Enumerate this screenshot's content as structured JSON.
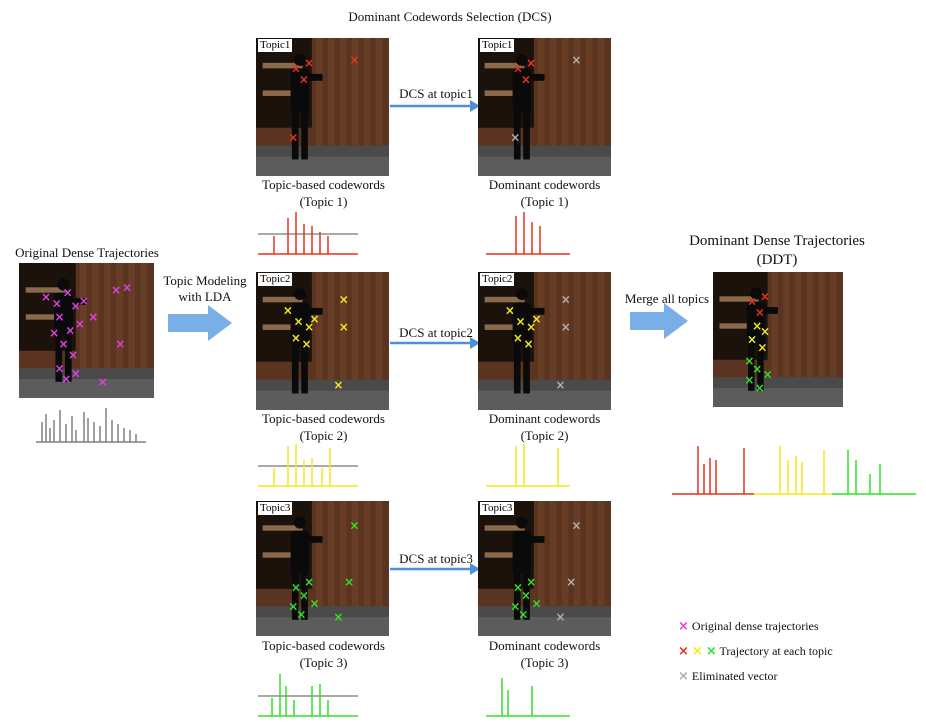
{
  "title": "Dominant Codewords Selection (DCS)",
  "original": {
    "label": "Original Dense Trajectories",
    "color": "#e040e8"
  },
  "lda_arrow_label_1": "Topic Modeling",
  "lda_arrow_label_2": "with LDA",
  "merge_label": "Merge all topics",
  "ddt": {
    "title_line1": "Dominant Dense Trajectories",
    "title_line2": "(DDT)"
  },
  "topics": [
    {
      "tag": "Topic1",
      "color": "#e8321e",
      "dcs_label": "DCS at topic1",
      "codewords_label": "Topic-based codewords",
      "codewords_sub": "(Topic 1)",
      "dominant_label": "Dominant codewords",
      "dominant_sub": "(Topic 1)"
    },
    {
      "tag": "Topic2",
      "color": "#f2e81a",
      "dcs_label": "DCS at topic2",
      "codewords_label": "Topic-based codewords",
      "codewords_sub": "(Topic 2)",
      "dominant_label": "Dominant codewords",
      "dominant_sub": "(Topic 2)"
    },
    {
      "tag": "Topic3",
      "color": "#33e02a",
      "dcs_label": "DCS at topic3",
      "codewords_label": "Topic-based codewords",
      "codewords_sub": "(Topic 3)",
      "dominant_label": "Dominant codewords",
      "dominant_sub": "(Topic 3)"
    }
  ],
  "legend": {
    "original": "Original dense trajectories",
    "topic": "Trajectory at each topic",
    "eliminated": "Eliminated vector",
    "eliminated_color": "#b0b0b0"
  },
  "colors": {
    "arrow": "#4f8fd6",
    "fat_arrow": "#7aaee6",
    "histogram_gray": "#808080"
  }
}
